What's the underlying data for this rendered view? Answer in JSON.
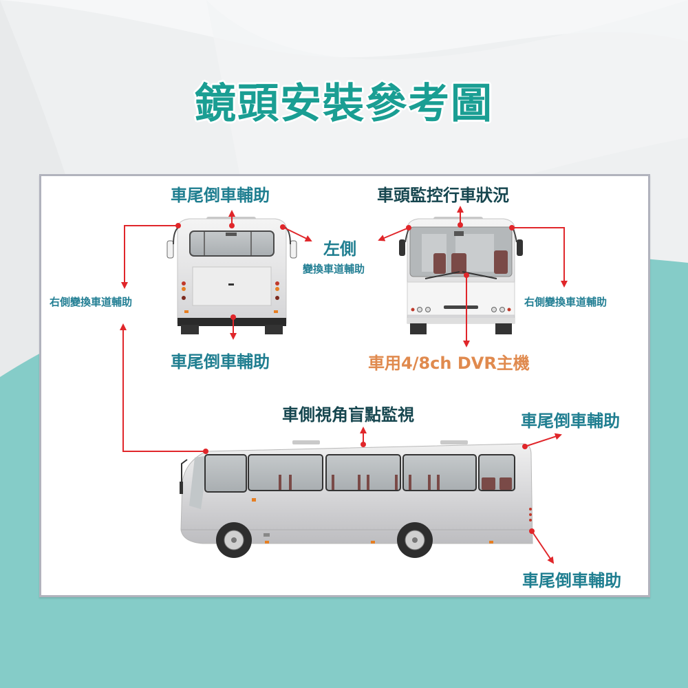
{
  "title": "鏡頭安裝參考圖",
  "colors": {
    "title": "#1a9e93",
    "label_teal": "#1f7e90",
    "label_dark": "#16464f",
    "label_orange": "#e08a4e",
    "arrow_red": "#e0262a",
    "background_teal": "#85ccc8",
    "card_border": "#b1b3bd"
  },
  "rear_view": {
    "top_label": "車尾倒車輔助",
    "bottom_label": "車尾倒車輔助",
    "left_label": "右側變換車道輔助",
    "right_label_main": "左側",
    "right_label_sub": "變換車道輔助"
  },
  "front_view": {
    "top_label": "車頭監控行車狀況",
    "right_label": "右側變換車道輔助",
    "bottom_label": "車用4/8ch DVR主機"
  },
  "side_view": {
    "top_label": "車側視角盲點監視",
    "rear_top_label": "車尾倒車輔助",
    "rear_bottom_label": "車尾倒車輔助"
  }
}
